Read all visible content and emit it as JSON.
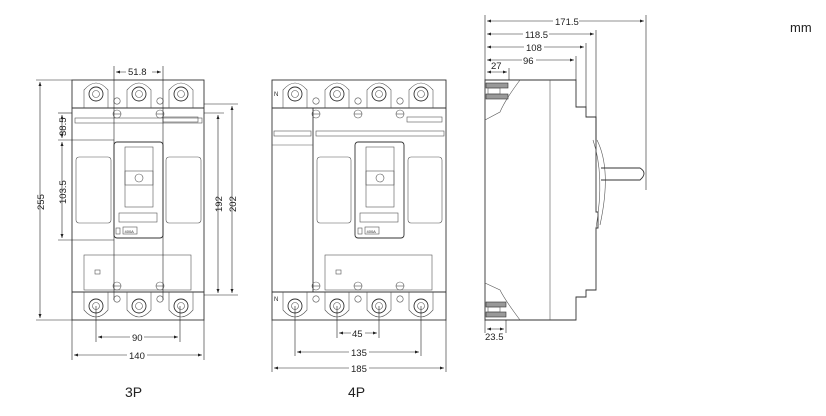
{
  "unit": "mm",
  "views": {
    "three_pole": {
      "label": "3P",
      "dims": {
        "height_total": "255",
        "top_offset": "38.5",
        "handle_zone": "103.5",
        "inner_height": "192",
        "body_height": "202",
        "pole_pitch": "51.8",
        "terminal_span": "90",
        "width": "140"
      },
      "rating_label": "400A"
    },
    "four_pole": {
      "label": "4P",
      "dims": {
        "pole_pitch": "45",
        "terminal_span": "135",
        "width": "185"
      },
      "rating_label": "400A",
      "neutral_mark": "N"
    },
    "side": {
      "dims": {
        "depth_handle": "171.5",
        "depth_front": "118.5",
        "depth_cover": "108",
        "depth_body": "96",
        "terminal_top": "27",
        "terminal_bottom": "23.5"
      }
    }
  }
}
